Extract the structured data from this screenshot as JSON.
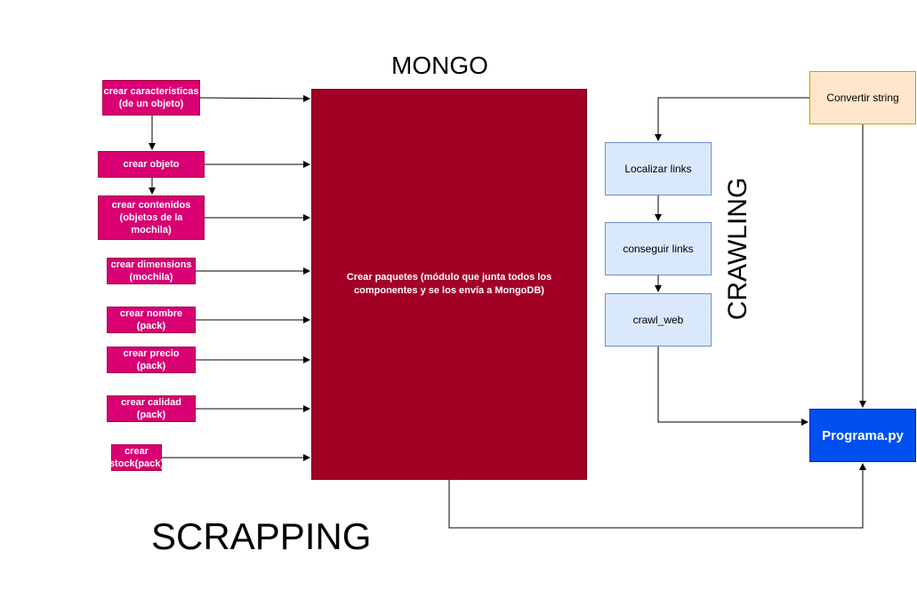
{
  "labels": {
    "mongo": "MONGO",
    "scrapping": "SCRAPPING",
    "crawling": "CRAWLING"
  },
  "scrapping_boxes": [
    "crear características\n(de un objeto)",
    "crear objeto",
    "crear contenidos\n(objetos de la\nmochila)",
    "crear dimensions\n(mochila)",
    "crear nombre\n(pack)",
    "crear precio\n(pack)",
    "crear calidad\n(pack)",
    "crear\nstock(pack)"
  ],
  "main_box": "Crear paquetes (módulo que junta todos los\ncomponentes y se los envía a MongoDB)",
  "crawling_boxes": [
    "Localizar links",
    "conseguir links",
    "crawl_web"
  ],
  "convert_box": "Convertir string",
  "program_box": "Programa.py",
  "colors": {
    "scrapping_fill": "#d80073",
    "main_fill": "#a20025",
    "crawling_fill": "#dae8fc",
    "convert_fill": "#ffe6cc",
    "program_fill": "#0050ef"
  }
}
